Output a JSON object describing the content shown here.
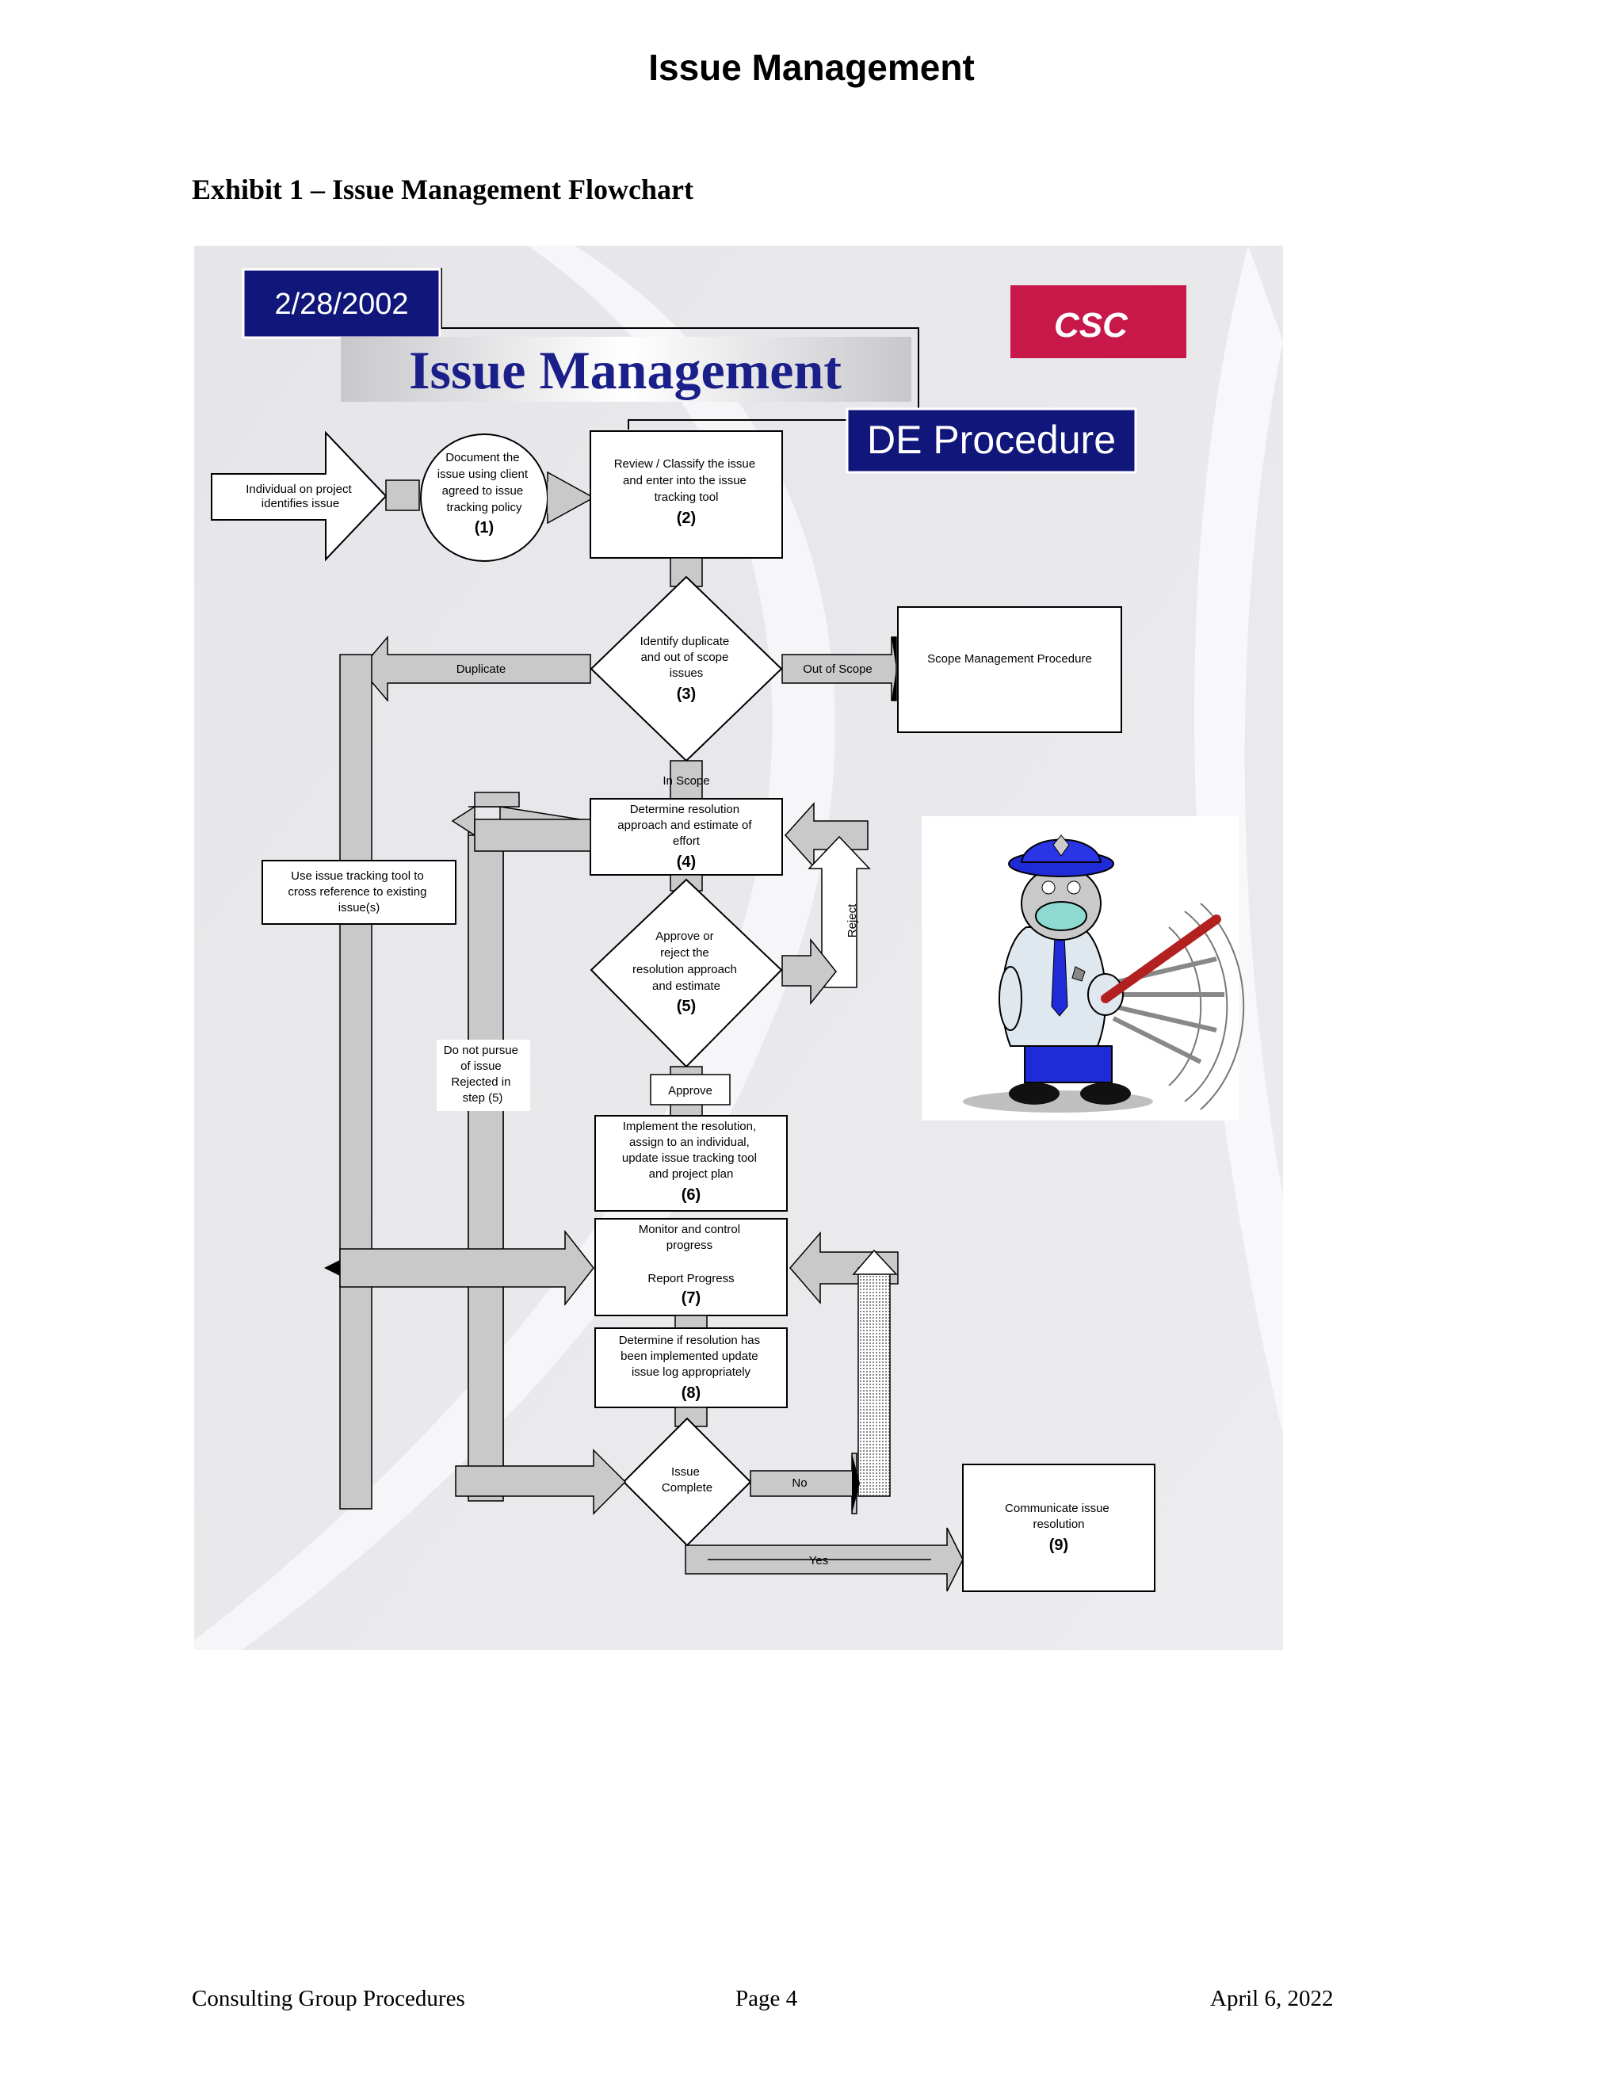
{
  "header": {
    "title": "Issue Management"
  },
  "exhibit": {
    "caption": "Exhibit 1 – Issue Management Flowchart"
  },
  "flowchart": {
    "date": "2/28/2002",
    "title": "Issue Management",
    "subtitle": "DE Procedure",
    "logo_text": "CSC",
    "start": {
      "lines": [
        "Individual on project",
        "identifies  issue"
      ]
    },
    "step1": {
      "lines": [
        "Document  the",
        "issue using client",
        "agreed to issue",
        "tracking policy"
      ],
      "num": "(1)"
    },
    "step2": {
      "lines": [
        "Review / Classify  the issue",
        "and enter into the issue",
        "tracking tool"
      ],
      "num": "(2)"
    },
    "step3": {
      "lines": [
        "Identify duplicate",
        "and out of scope",
        "issues"
      ],
      "num": "(3)"
    },
    "scope_box": {
      "text": "Scope Management Procedure"
    },
    "xref_box": {
      "lines": [
        "Use issue tracking tool to",
        "cross reference to existing",
        "issue(s)"
      ]
    },
    "step4": {
      "lines": [
        "Determine resolution",
        "approach and estimate of",
        "effort"
      ],
      "num": "(4)"
    },
    "step5": {
      "lines": [
        "Approve or",
        "reject the",
        "resolution approach",
        "and estimate"
      ],
      "num": "(5)"
    },
    "step6": {
      "lines": [
        "Implement the resolution,",
        "assign to an individual,",
        "update issue tracking tool",
        "and project plan"
      ],
      "num": "(6)"
    },
    "step7": {
      "lines": [
        "Monitor and control",
        "progress"
      ],
      "line3": "Report Progress",
      "num": "(7)"
    },
    "step8": {
      "lines": [
        "Determine if resolution has",
        "been implemented update",
        "issue log appropriately"
      ],
      "num": "(8)"
    },
    "decision": {
      "lines": [
        "Issue",
        "Complete"
      ]
    },
    "step9": {
      "lines": [
        "Communicate issue",
        "resolution"
      ],
      "num": "(9)"
    },
    "labels": {
      "duplicate": "Duplicate",
      "out_of_scope": "Out of  Scope",
      "in_scope": "In Scope",
      "reject": "Reject",
      "approve": "Approve",
      "no": "No",
      "yes": "Yes",
      "do_not_pursue": [
        "Do not pursue",
        "of issue",
        "Rejected in",
        "step (5)"
      ]
    }
  },
  "footer": {
    "left": "Consulting Group  Procedures",
    "center": "Page 4",
    "right": "April 6, 2022"
  }
}
